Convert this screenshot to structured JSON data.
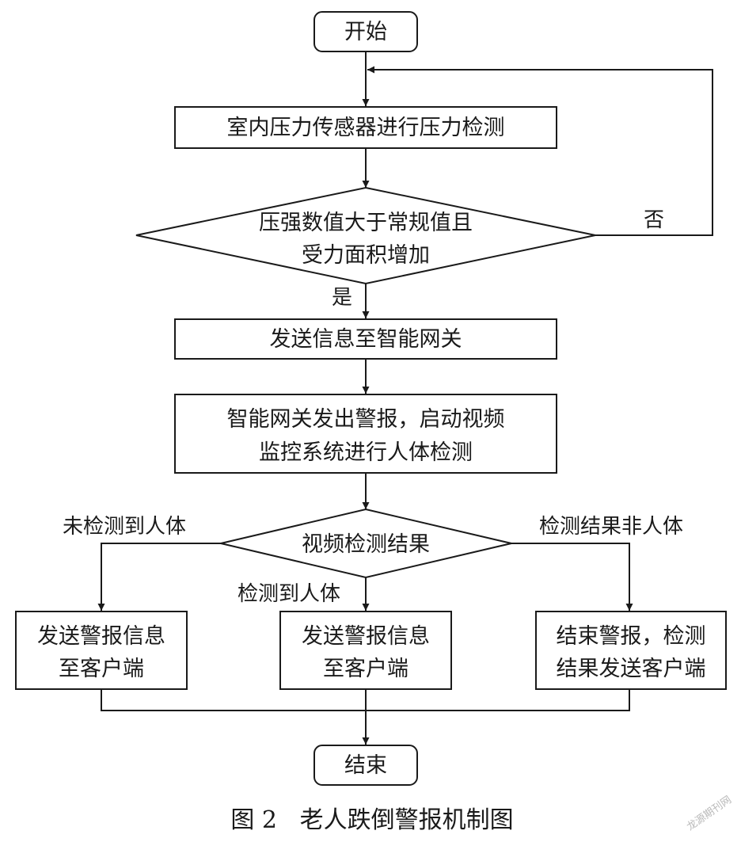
{
  "nodes": {
    "start": "开始",
    "pressure_detect": "室内压力传感器进行压力检测",
    "decision_line1": "压强数值大于常规值且",
    "decision_line2": "受力面积增加",
    "send_gateway": "发送信息至智能网关",
    "alarm_line1": "智能网关发出警报，启动视频",
    "alarm_line2": "监控系统进行人体检测",
    "video_result": "视频检测结果",
    "left_line1": "发送警报信息",
    "left_line2": "至客户端",
    "mid_line1": "发送警报信息",
    "mid_line2": "至客户端",
    "right_line1": "结束警报，检测",
    "right_line2": "结果发送客户端",
    "end": "结束"
  },
  "edge_labels": {
    "no": "否",
    "yes": "是",
    "no_person": "未检测到人体",
    "person": "检测到人体",
    "not_person": "检测结果非人体"
  },
  "caption": "图 2   老人跌倒警报机制图",
  "watermark": "龙源期刊网"
}
